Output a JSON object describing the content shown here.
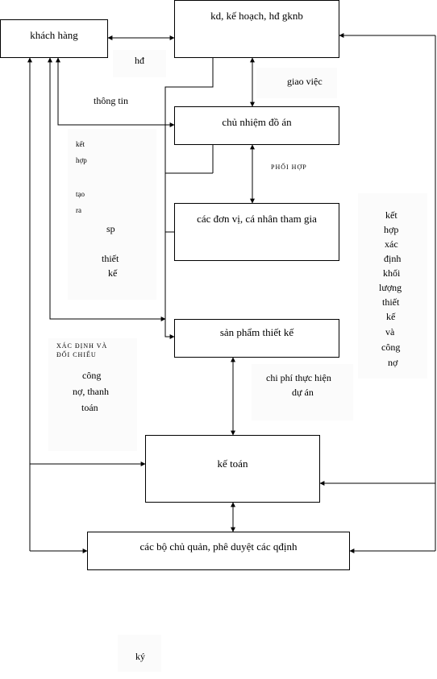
{
  "boxes": {
    "khach_hang": "khách hàng",
    "kd_ke_hoach": "kd, kế hoạch,  hđ gknb",
    "chu_nhiem": "chủ nhiệm đồ án",
    "don_vi": "các đơn vị, cá nhân tham gia",
    "san_pham": "sản phẩm thiết kế",
    "ke_toan": "kế toán",
    "bo_chu_quan": "các bộ chủ quản, phê duyệt các qđịnh"
  },
  "labels": {
    "hd": "hđ",
    "thong_tin": "thông tin",
    "giao_viec": "giao việc",
    "phoi_hop": "PHỐI HỢP",
    "ket": "kết",
    "hop": "hợp",
    "tao": "tạo",
    "ra": "ra",
    "sp": "sp",
    "thiet": "thiết",
    "ke": "kế",
    "right_col": [
      "kết",
      "hợp",
      "xác",
      "định",
      "khối",
      "lượng",
      "thiết",
      "kế",
      "và",
      "công",
      "nợ"
    ],
    "xac_dinh_va": "XÁC ĐỊNH VÀ",
    "doi_chieu": "ĐỐI CHIẾU",
    "cong": "công",
    "no_thanh": "nợ, thanh",
    "toan": "toán",
    "chi_phi": "chi phí thực hiện",
    "du_an": "dự án",
    "ky": "ký"
  }
}
